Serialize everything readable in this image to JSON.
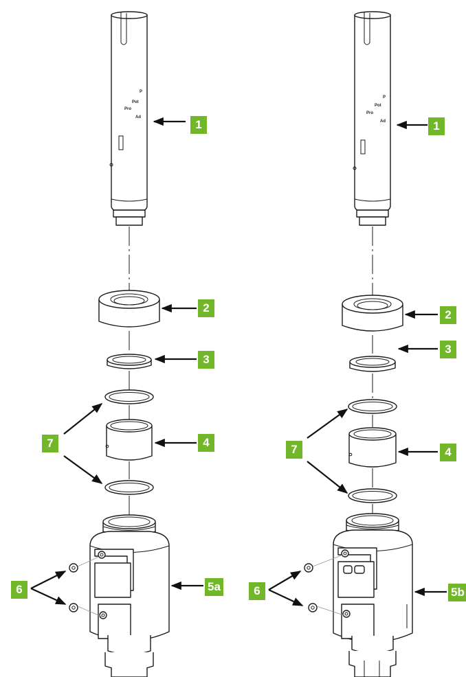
{
  "accent_color": "#72b62a",
  "diagram": {
    "left": {
      "labels": {
        "part_1": "1",
        "part_2": "2",
        "part_3": "3",
        "part_4": "4",
        "part_5": "5a",
        "part_6": "6",
        "part_7": "7"
      }
    },
    "right": {
      "labels": {
        "part_1": "1",
        "part_2": "2",
        "part_3": "3",
        "part_4": "4",
        "part_5": "5b",
        "part_6": "6",
        "part_7": "7"
      }
    }
  }
}
